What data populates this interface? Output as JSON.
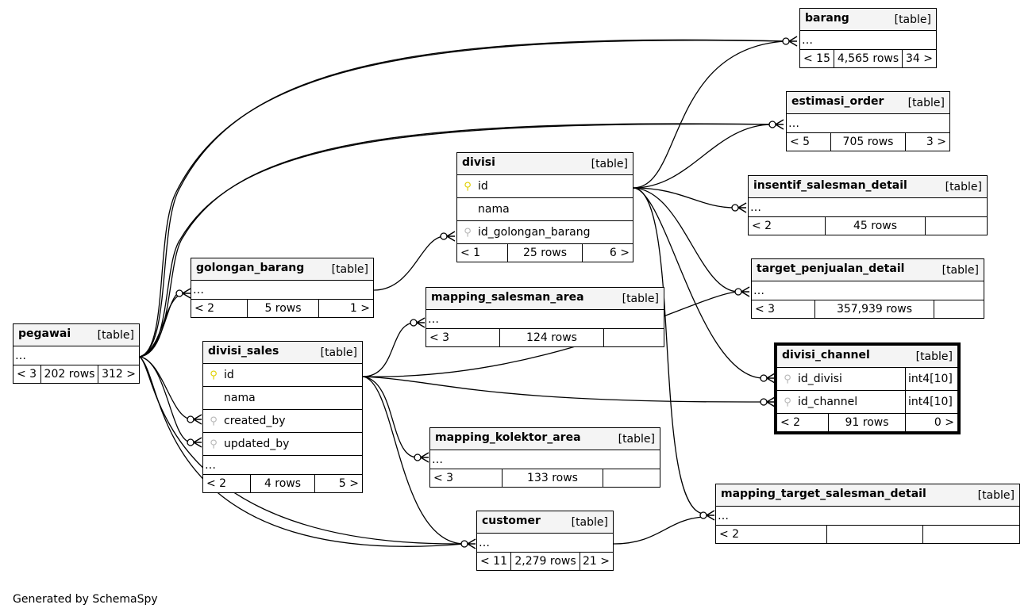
{
  "diagram": {
    "footer": "Generated by SchemaSpy",
    "tables": {
      "barang": {
        "name": "barang",
        "type": "[table]",
        "columns": [
          {
            "label": "…",
            "key": "ellipsis"
          }
        ],
        "parents": "< 15",
        "rows": "4,565 rows",
        "children": "34 >"
      },
      "estimasi_order": {
        "name": "estimasi_order",
        "type": "[table]",
        "columns": [
          {
            "label": "…",
            "key": "ellipsis"
          }
        ],
        "parents": "< 5",
        "rows": "705 rows",
        "children": "3 >"
      },
      "divisi": {
        "name": "divisi",
        "type": "[table]",
        "columns": [
          {
            "label": "id",
            "key": "pk"
          },
          {
            "label": "nama",
            "key": "none"
          },
          {
            "label": "id_golongan_barang",
            "key": "fk"
          }
        ],
        "parents": "< 1",
        "rows": "25 rows",
        "children": "6 >"
      },
      "insentif_salesman_detail": {
        "name": "insentif_salesman_detail",
        "type": "[table]",
        "columns": [
          {
            "label": "…",
            "key": "ellipsis"
          }
        ],
        "parents": "< 2",
        "rows": "45 rows",
        "children": ""
      },
      "golongan_barang": {
        "name": "golongan_barang",
        "type": "[table]",
        "columns": [
          {
            "label": "…",
            "key": "ellipsis"
          }
        ],
        "parents": "< 2",
        "rows": "5 rows",
        "children": "1 >"
      },
      "target_penjualan_detail": {
        "name": "target_penjualan_detail",
        "type": "[table]",
        "columns": [
          {
            "label": "…",
            "key": "ellipsis"
          }
        ],
        "parents": "< 3",
        "rows": "357,939 rows",
        "children": ""
      },
      "mapping_salesman_area": {
        "name": "mapping_salesman_area",
        "type": "[table]",
        "columns": [
          {
            "label": "…",
            "key": "ellipsis"
          }
        ],
        "parents": "< 3",
        "rows": "124 rows",
        "children": ""
      },
      "pegawai": {
        "name": "pegawai",
        "type": "[table]",
        "columns": [
          {
            "label": "…",
            "key": "ellipsis"
          }
        ],
        "parents": "< 3",
        "rows": "202 rows",
        "children": "312 >"
      },
      "divisi_sales": {
        "name": "divisi_sales",
        "type": "[table]",
        "columns": [
          {
            "label": "id",
            "key": "pk"
          },
          {
            "label": "nama",
            "key": "none"
          },
          {
            "label": "created_by",
            "key": "fk"
          },
          {
            "label": "updated_by",
            "key": "fk"
          },
          {
            "label": "…",
            "key": "ellipsis"
          }
        ],
        "parents": "< 2",
        "rows": "4 rows",
        "children": "5 >"
      },
      "divisi_channel": {
        "name": "divisi_channel",
        "type": "[table]",
        "columns": [
          {
            "label": "id_divisi",
            "key": "fk",
            "datatype": "int4[10]"
          },
          {
            "label": "id_channel",
            "key": "fk",
            "datatype": "int4[10]"
          }
        ],
        "parents": "< 2",
        "rows": "91 rows",
        "children": "0 >"
      },
      "mapping_kolektor_area": {
        "name": "mapping_kolektor_area",
        "type": "[table]",
        "columns": [
          {
            "label": "…",
            "key": "ellipsis"
          }
        ],
        "parents": "< 3",
        "rows": "133 rows",
        "children": ""
      },
      "customer": {
        "name": "customer",
        "type": "[table]",
        "columns": [
          {
            "label": "…",
            "key": "ellipsis"
          }
        ],
        "parents": "< 11",
        "rows": "2,279 rows",
        "children": "21 >"
      },
      "mapping_target_salesman_detail": {
        "name": "mapping_target_salesman_detail",
        "type": "[table]",
        "columns": [
          {
            "label": "…",
            "key": "ellipsis"
          }
        ],
        "parents": "< 2",
        "rows": "",
        "children": ""
      }
    },
    "selected_table": "divisi_channel",
    "relationships": [
      {
        "from": "pegawai",
        "to": "barang"
      },
      {
        "from": "pegawai",
        "to": "barang"
      },
      {
        "from": "pegawai",
        "to": "estimasi_order"
      },
      {
        "from": "pegawai",
        "to": "estimasi_order"
      },
      {
        "from": "pegawai",
        "to": "golongan_barang"
      },
      {
        "from": "pegawai",
        "to": "golongan_barang"
      },
      {
        "from": "pegawai",
        "to": "divisi_sales.created_by"
      },
      {
        "from": "pegawai",
        "to": "divisi_sales.updated_by"
      },
      {
        "from": "pegawai",
        "to": "customer"
      },
      {
        "from": "pegawai",
        "to": "customer"
      },
      {
        "from": "golongan_barang",
        "to": "divisi.id_golongan_barang"
      },
      {
        "from": "divisi.id",
        "to": "barang"
      },
      {
        "from": "divisi.id",
        "to": "estimasi_order"
      },
      {
        "from": "divisi.id",
        "to": "insentif_salesman_detail"
      },
      {
        "from": "divisi.id",
        "to": "target_penjualan_detail"
      },
      {
        "from": "divisi.id",
        "to": "divisi_channel.id_divisi"
      },
      {
        "from": "divisi.id",
        "to": "mapping_target_salesman_detail"
      },
      {
        "from": "divisi_sales.id",
        "to": "mapping_salesman_area"
      },
      {
        "from": "divisi_sales.id",
        "to": "target_penjualan_detail"
      },
      {
        "from": "divisi_sales.id",
        "to": "divisi_channel.id_channel"
      },
      {
        "from": "divisi_sales.id",
        "to": "mapping_kolektor_area"
      },
      {
        "from": "divisi_sales.id",
        "to": "customer"
      },
      {
        "from": "customer",
        "to": "mapping_target_salesman_detail"
      }
    ]
  }
}
